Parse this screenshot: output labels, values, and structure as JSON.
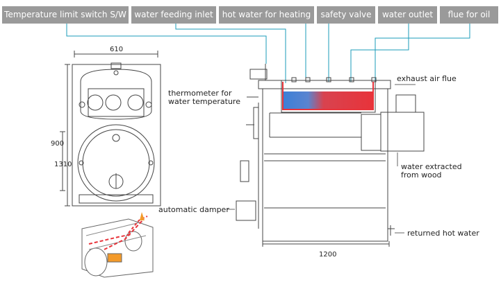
{
  "tabs": [
    {
      "label": "Temperature limit switch S/W"
    },
    {
      "label": "water feeding inlet"
    },
    {
      "label": "hot water for heating"
    },
    {
      "label": "safety valve"
    },
    {
      "label": "water outlet"
    },
    {
      "label": "flue for oil"
    }
  ],
  "labels": {
    "thermometer_line1": "thermometer for",
    "thermometer_line2": "water temperature",
    "exhaust": "exhaust air flue",
    "extracted_line1": "water extracted",
    "extracted_line2": "from wood",
    "damper": "automatic damper",
    "returned": "returned hot water"
  },
  "dimensions": {
    "front_width": "610",
    "front_height_inner": "900",
    "front_height_total": "1310",
    "side_length": "1200"
  },
  "colors": {
    "tab_bg": "#9a9a9a",
    "tab_text": "#ffffff",
    "line": "#444444",
    "callout": "#1a9bb8",
    "cold": "#3c7fd6",
    "hot": "#e8333a"
  }
}
